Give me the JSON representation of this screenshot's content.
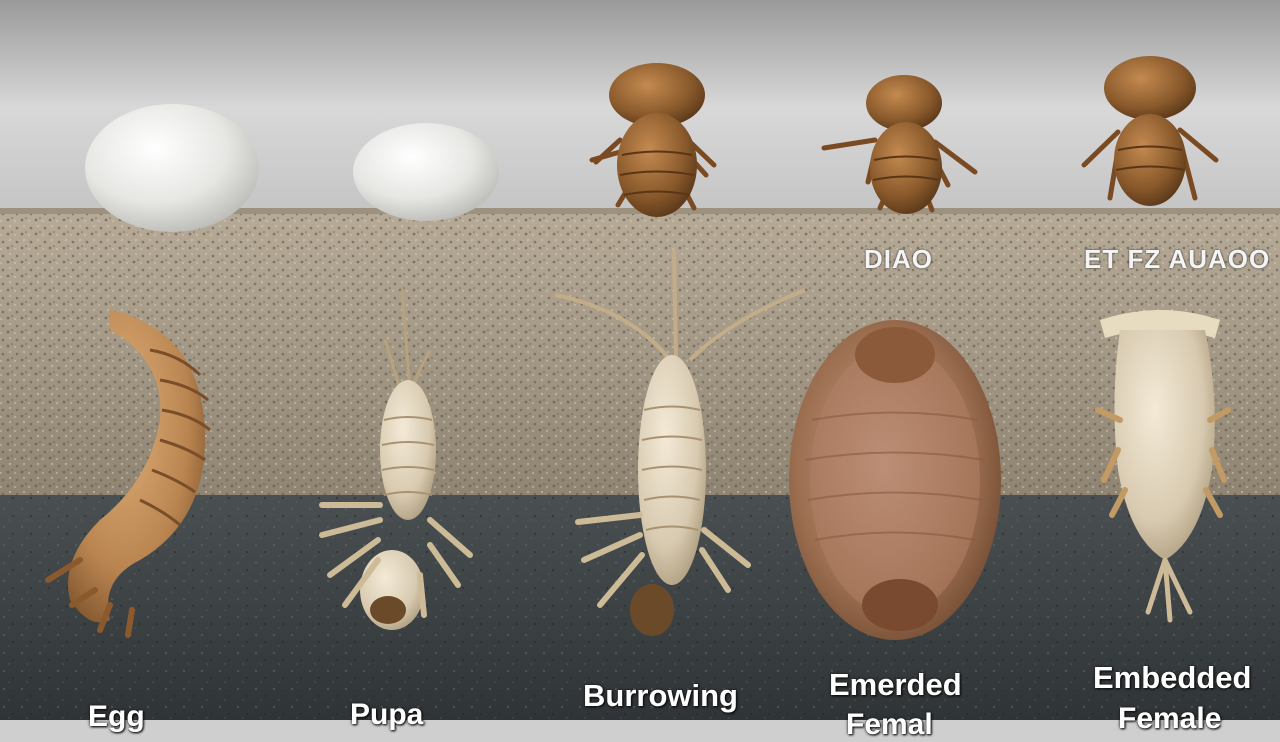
{
  "labels": {
    "egg": "Egg",
    "pupa": "Pupa",
    "burrowing": "Burrowing",
    "emerded": "Emerded",
    "emerded_second_line": "Femal",
    "embedded": "Embedded",
    "embedded_second_line": "Female"
  },
  "garbled_text": {
    "upper_middle": "DIAO",
    "upper_right": "ET FZ AUAOO"
  },
  "colors": {
    "sky": "#d6d6d6",
    "sand": "#a89a86",
    "dark_soil": "#3a3f42",
    "egg_white": "#ececea",
    "flea_brown": "#8a5a2c",
    "larva_cream": "#d8cab0",
    "engorged_tan": "#9c6e50"
  }
}
